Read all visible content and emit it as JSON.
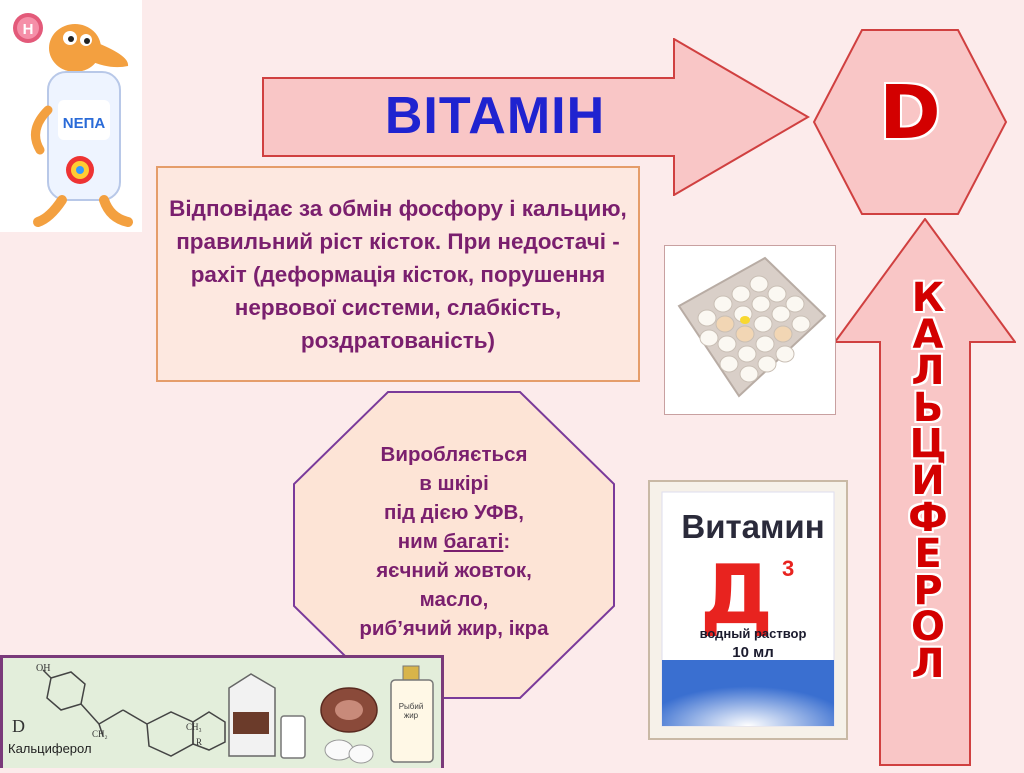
{
  "slide": {
    "title": "ВІТАМІН",
    "hex_letter": "D",
    "vertical_word": [
      "К",
      "А",
      "Л",
      "Ь",
      "Ц",
      "И",
      "Ф",
      "Е",
      "Р",
      "О",
      "Л"
    ],
    "description": "Відповідає за обмін фосфору і кальцию, правильний ріст кісток. При недостачі - рахіт (деформація кісток, порушення нервової системи, слабкість, роздратованість)",
    "octagon": {
      "line1": "Виробляється",
      "line2": "в шкірі",
      "line3": "під дією УФВ,",
      "line4_prefix": "ним ",
      "line4_underlined": "багаті",
      "line4_suffix": ":",
      "line5": "яєчний жовток,",
      "line6": "масло,",
      "line7": "риб’ячий жир, ікра"
    },
    "product": {
      "brand": "Витамин",
      "letter": "Д",
      "subscript": "3",
      "line1": "водный раствор",
      "line2": "10 мл"
    },
    "structure": {
      "letter": "D",
      "caption": "Кальциферол",
      "oh": "OH",
      "ch2": "CH₂",
      "ch3": "CH₃",
      "r": "R",
      "fish_oil_label": "Рыбий жир"
    },
    "mascot": {
      "label": "NEПA",
      "badge": "Н"
    }
  },
  "colors": {
    "background": "#fcebeb",
    "title_blue": "#1f23d0",
    "accent_red": "#d30000",
    "text_purple": "#7a1f6e",
    "box_fill": "#fde8e0",
    "arrow_fill": "#f9c6c6"
  }
}
